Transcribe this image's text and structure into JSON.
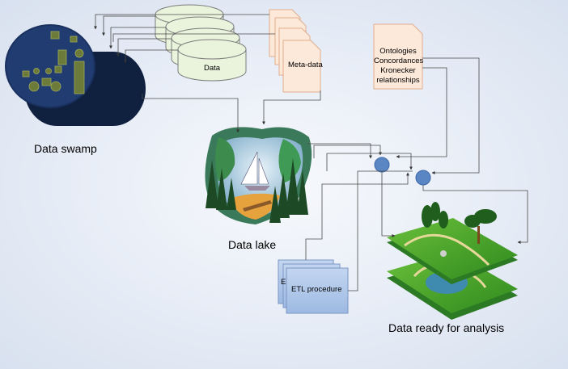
{
  "labels": {
    "data_swamp": "Data swamp",
    "data": "Data",
    "meta_data": "Meta-data",
    "ontologies": [
      "Ontologies",
      "Concordances",
      "Kronecker",
      "relationships"
    ],
    "data_lake": "Data lake",
    "etl_procedure": "ETL procedure",
    "etl_partial": "E",
    "data_ready": "Data ready for analysis"
  },
  "colors": {
    "swamp_dark": "#16294f",
    "swamp_front": "#24406e",
    "data_cylinder_fill": "#eaf3dc",
    "doc_fill": "#fde9d9",
    "doc_stroke": "#e3b08f",
    "etl_fill": "#a9c4e8",
    "junction": "#5b86c4",
    "connector": "#4a4a4a"
  }
}
